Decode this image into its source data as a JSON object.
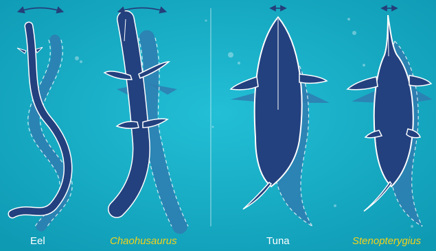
{
  "colors": {
    "water": "#1ab0c9",
    "water_dark": "#0f9ab4",
    "animal": "#23417f",
    "shadow": "#2f7db0",
    "outline": "#ffffff",
    "arrow": "#243f7a",
    "label_plain": "#ffffff",
    "label_genus": "#f2d21b"
  },
  "panels": [
    {
      "name": "Eel",
      "italic": false,
      "body": "eel-body-icon",
      "shadow": "eel-shadow-icon",
      "sway_arrow": "wide-sway-arrow-icon"
    },
    {
      "name": "Chaohusaurus",
      "italic": true,
      "body": "chaohusaurus-body-icon",
      "shadow": "chaohusaurus-shadow-icon",
      "sway_arrow": "wide-sway-arrow-icon"
    },
    {
      "name": "Tuna",
      "italic": false,
      "body": "tuna-body-icon",
      "shadow": "tuna-shadow-icon",
      "sway_arrow": "narrow-sway-arrow-icon"
    },
    {
      "name": "Stenopterygius",
      "italic": true,
      "body": "stenopterygius-body-icon",
      "shadow": "stenopterygius-shadow-icon",
      "sway_arrow": "narrow-sway-arrow-icon"
    }
  ]
}
